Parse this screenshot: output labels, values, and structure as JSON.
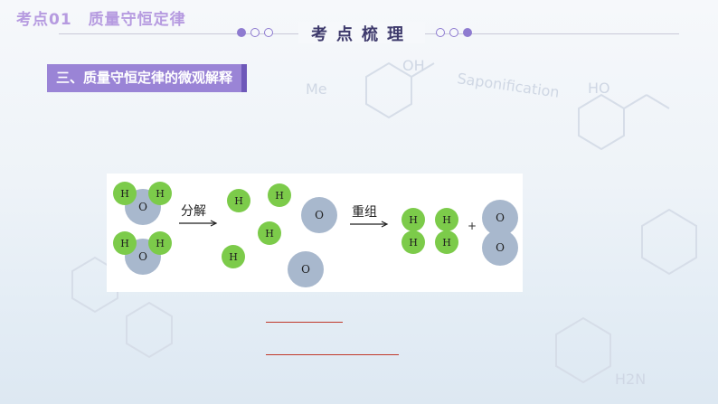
{
  "header": {
    "top_title": "考点01　质量守恒定律",
    "center_title": "考点梳理"
  },
  "section": {
    "label": "三、质量守恒定律的微观解释"
  },
  "diagram": {
    "step1_label": "分解",
    "step2_label": "重组",
    "plus_sign": "+",
    "hydrogen_symbol": "H",
    "oxygen_symbol": "O"
  },
  "colors": {
    "accent": "#9a84d6",
    "title_color": "#3e3a6c",
    "hydrogen": "#7ccb4a",
    "oxygen": "#a8b8cd",
    "blank_line": "#c0392b"
  },
  "background_words": [
    "Saponification",
    "OH",
    "Me",
    "HO",
    "H2N"
  ]
}
